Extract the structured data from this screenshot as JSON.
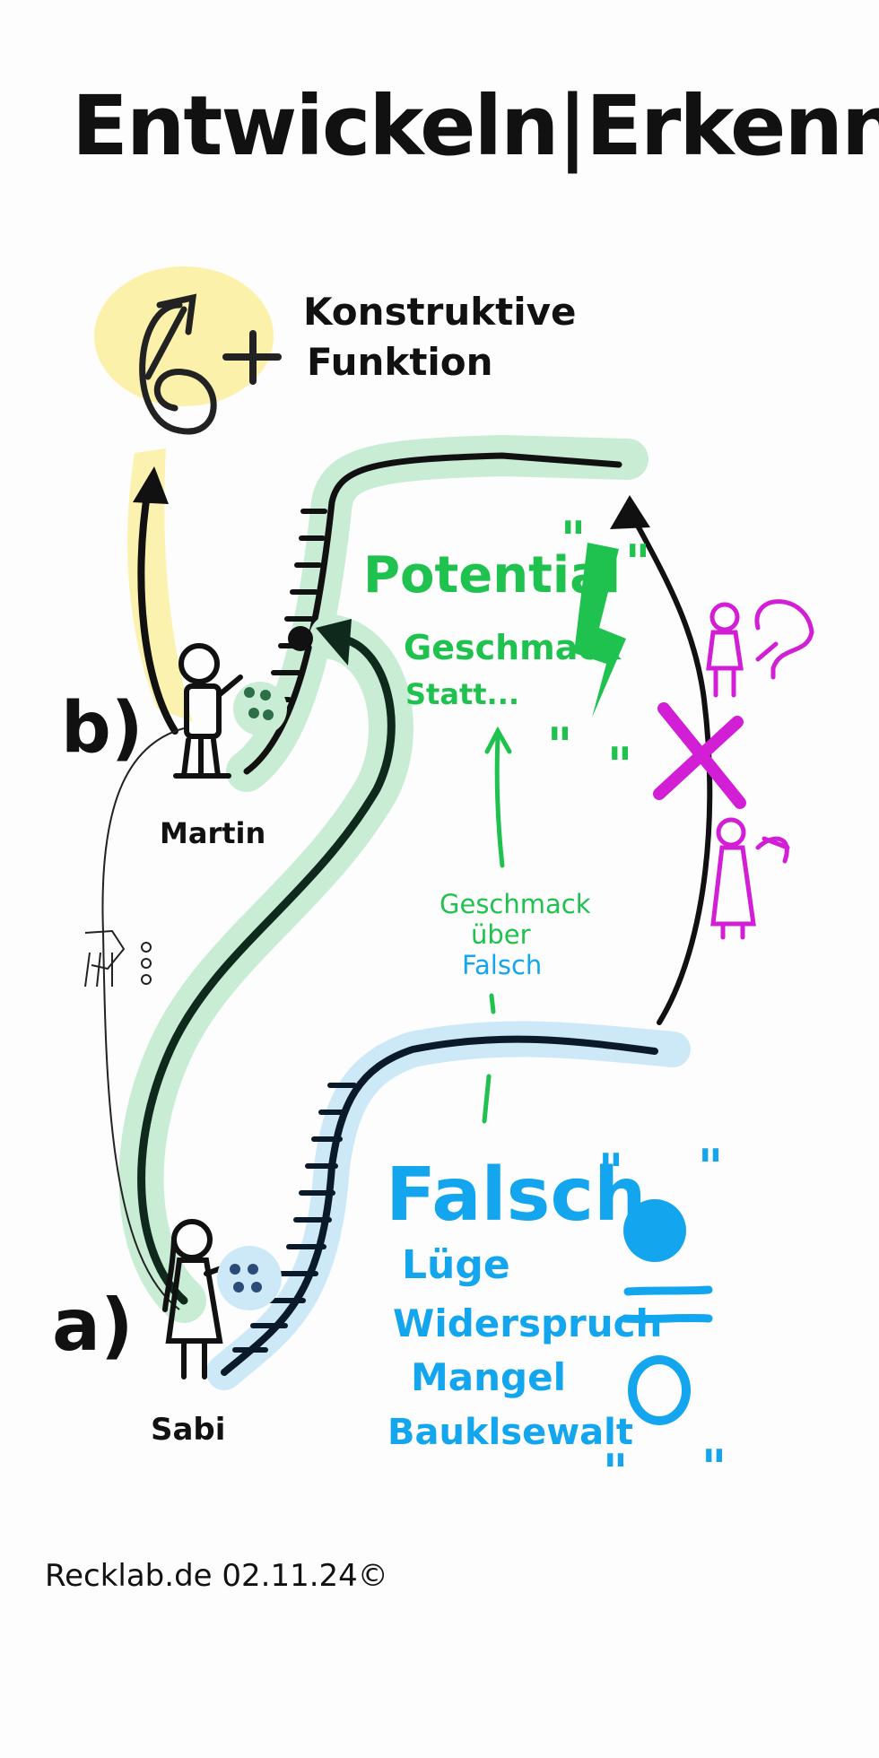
{
  "title": "Entwickeln|Erkennen",
  "goal": {
    "line1": "Konstruktive",
    "line2": "Funktion"
  },
  "potential": {
    "heading": "Potential",
    "line1": "Geschmack",
    "line2": "Statt..."
  },
  "quote_marks": "\"",
  "middle_note": {
    "line1": "Geschmack",
    "line2": "über",
    "line3": "Falsch"
  },
  "falsch": {
    "heading": "Falsch",
    "items": [
      "Lüge",
      "Widerspruch",
      "Mangel",
      "Bauklsewalt"
    ]
  },
  "people": {
    "b_label": "b)",
    "b_name": "Martin",
    "a_label": "a)",
    "a_name": "Sabi"
  },
  "footer": "Recklab.de 02.11.24©",
  "colors": {
    "ink": "#111111",
    "green": "#1fc24e",
    "green_highlight": "#c9ecd5",
    "blue": "#13a6ee",
    "blue_highlight": "#cde9f8",
    "yellow_highlight": "#fbef9c",
    "magenta": "#d21fd6"
  }
}
